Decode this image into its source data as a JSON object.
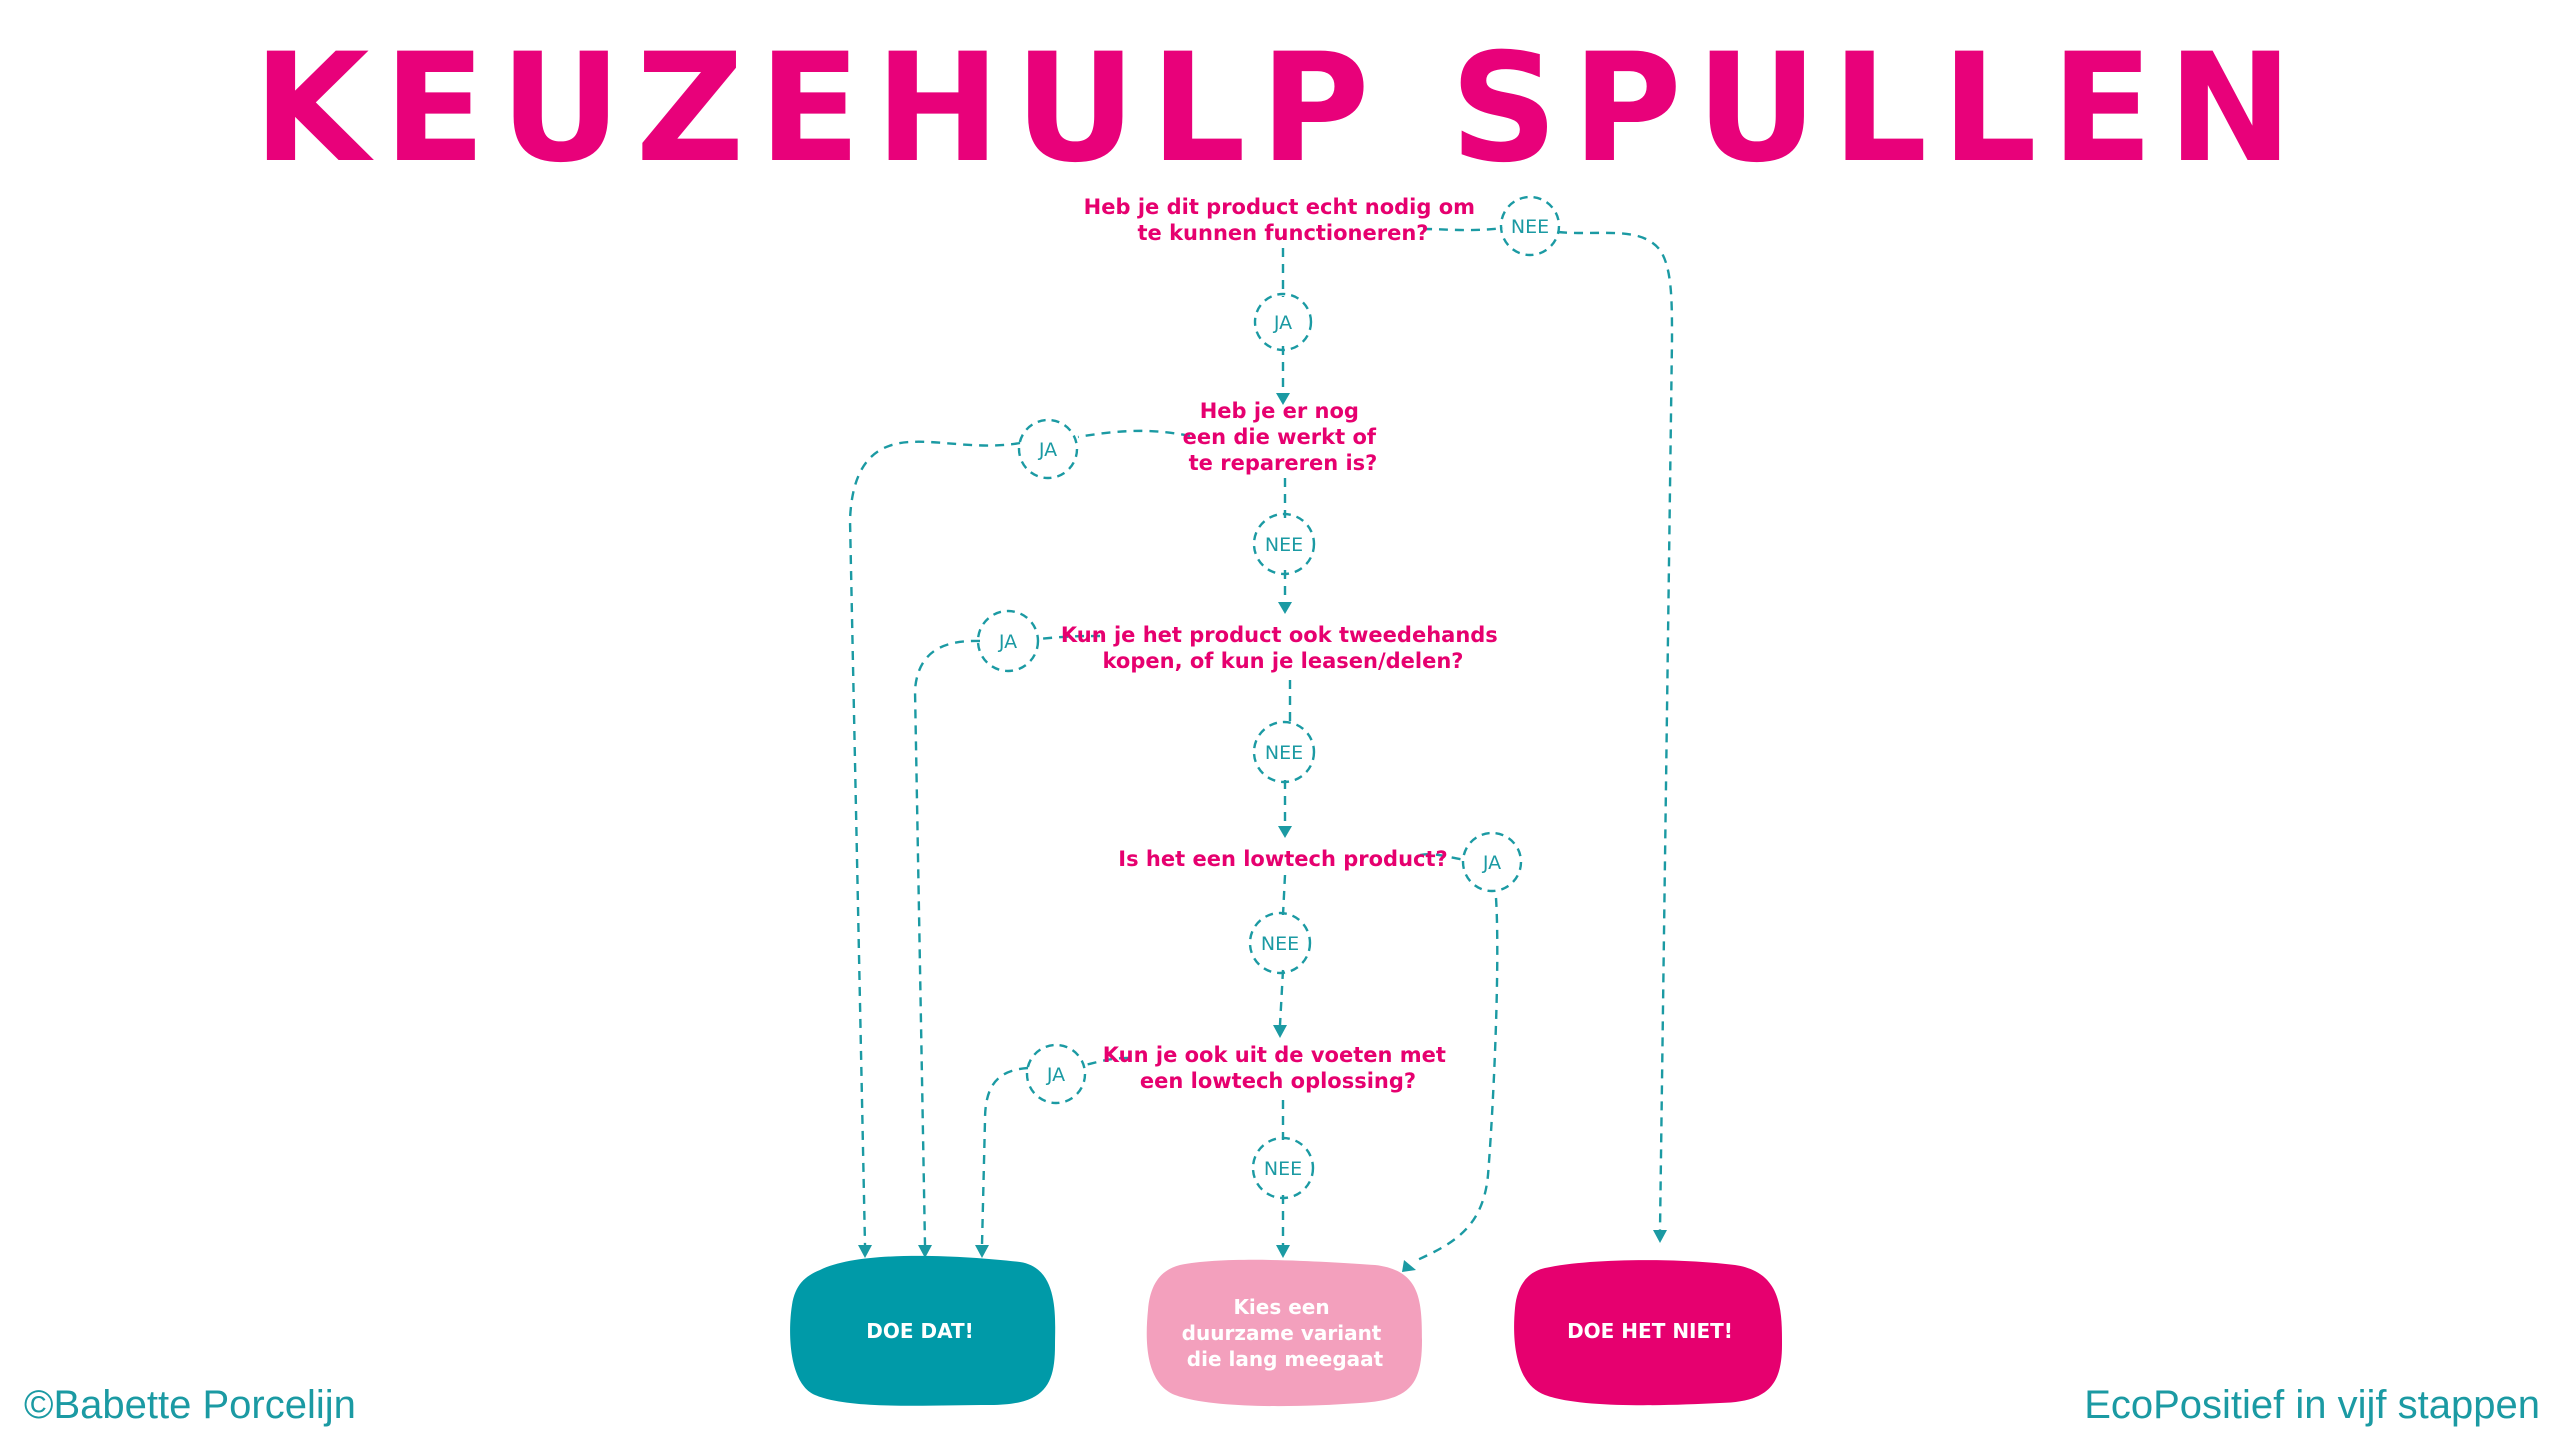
{
  "title": "KEUZEHULP SPULLEN",
  "questions": {
    "q1": [
      "Heb je dit product echt nodig om",
      "te kunnen functioneren?"
    ],
    "q2": [
      "Heb je er nog",
      "een die werkt of",
      "te repareren is?"
    ],
    "q3": [
      "Kun je het product ook tweedehands",
      "kopen, of kun je leasen/delen?"
    ],
    "q4": [
      "Is het een lowtech product?"
    ],
    "q5": [
      "Kun je ook uit de voeten met",
      "een lowtech oplossing?"
    ]
  },
  "answers": {
    "ja": "JA",
    "nee": "NEE"
  },
  "outcomes": {
    "doe_dat": [
      "DOE DAT!"
    ],
    "duurzaam": [
      "Kies een",
      "duurzame variant",
      "die lang meegaat"
    ],
    "doe_het_niet": [
      "DOE HET NIET!"
    ]
  },
  "colors": {
    "pink": "#e6006f",
    "teal": "#1b9aa3",
    "teal_fill": "#009aa8",
    "light_pink": "#f3a0bd"
  },
  "footer": {
    "left": "©Babette Porcelijn",
    "right": "EcoPositief in vijf stappen"
  }
}
